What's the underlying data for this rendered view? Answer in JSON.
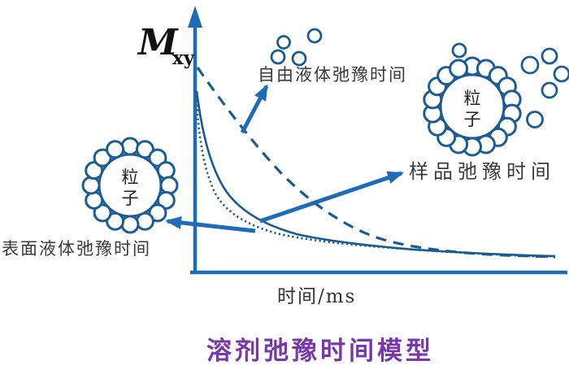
{
  "title": "溶剂弛豫时间模型",
  "axes": {
    "y_label_main": "M",
    "y_label_sub": "xy",
    "x_label": "时间/ms"
  },
  "annotations": {
    "free_liquid_label": "自由液体弛豫时间",
    "sample_label": "样品弛豫时间",
    "surface_liquid_label": "表面液体弛豫时间"
  },
  "particles": {
    "label_char1": "粒",
    "label_char2": "子"
  },
  "curves": [
    {
      "name": "free-liquid-relaxation-curve",
      "style": "dashed",
      "label": "自由液体弛豫时间"
    },
    {
      "name": "sample-relaxation-curve",
      "style": "solid",
      "label": "样品弛豫时间"
    },
    {
      "name": "surface-liquid-relaxation-curve",
      "style": "dotted",
      "label": "表面液体弛豫时间"
    }
  ],
  "colors": {
    "axis_blue": "#1e6cb8",
    "curve_blue": "#1a5a92",
    "circle_blue": "#1c5c94",
    "label_gray": "#3a3a3a",
    "title_purple": "#7738a8"
  }
}
